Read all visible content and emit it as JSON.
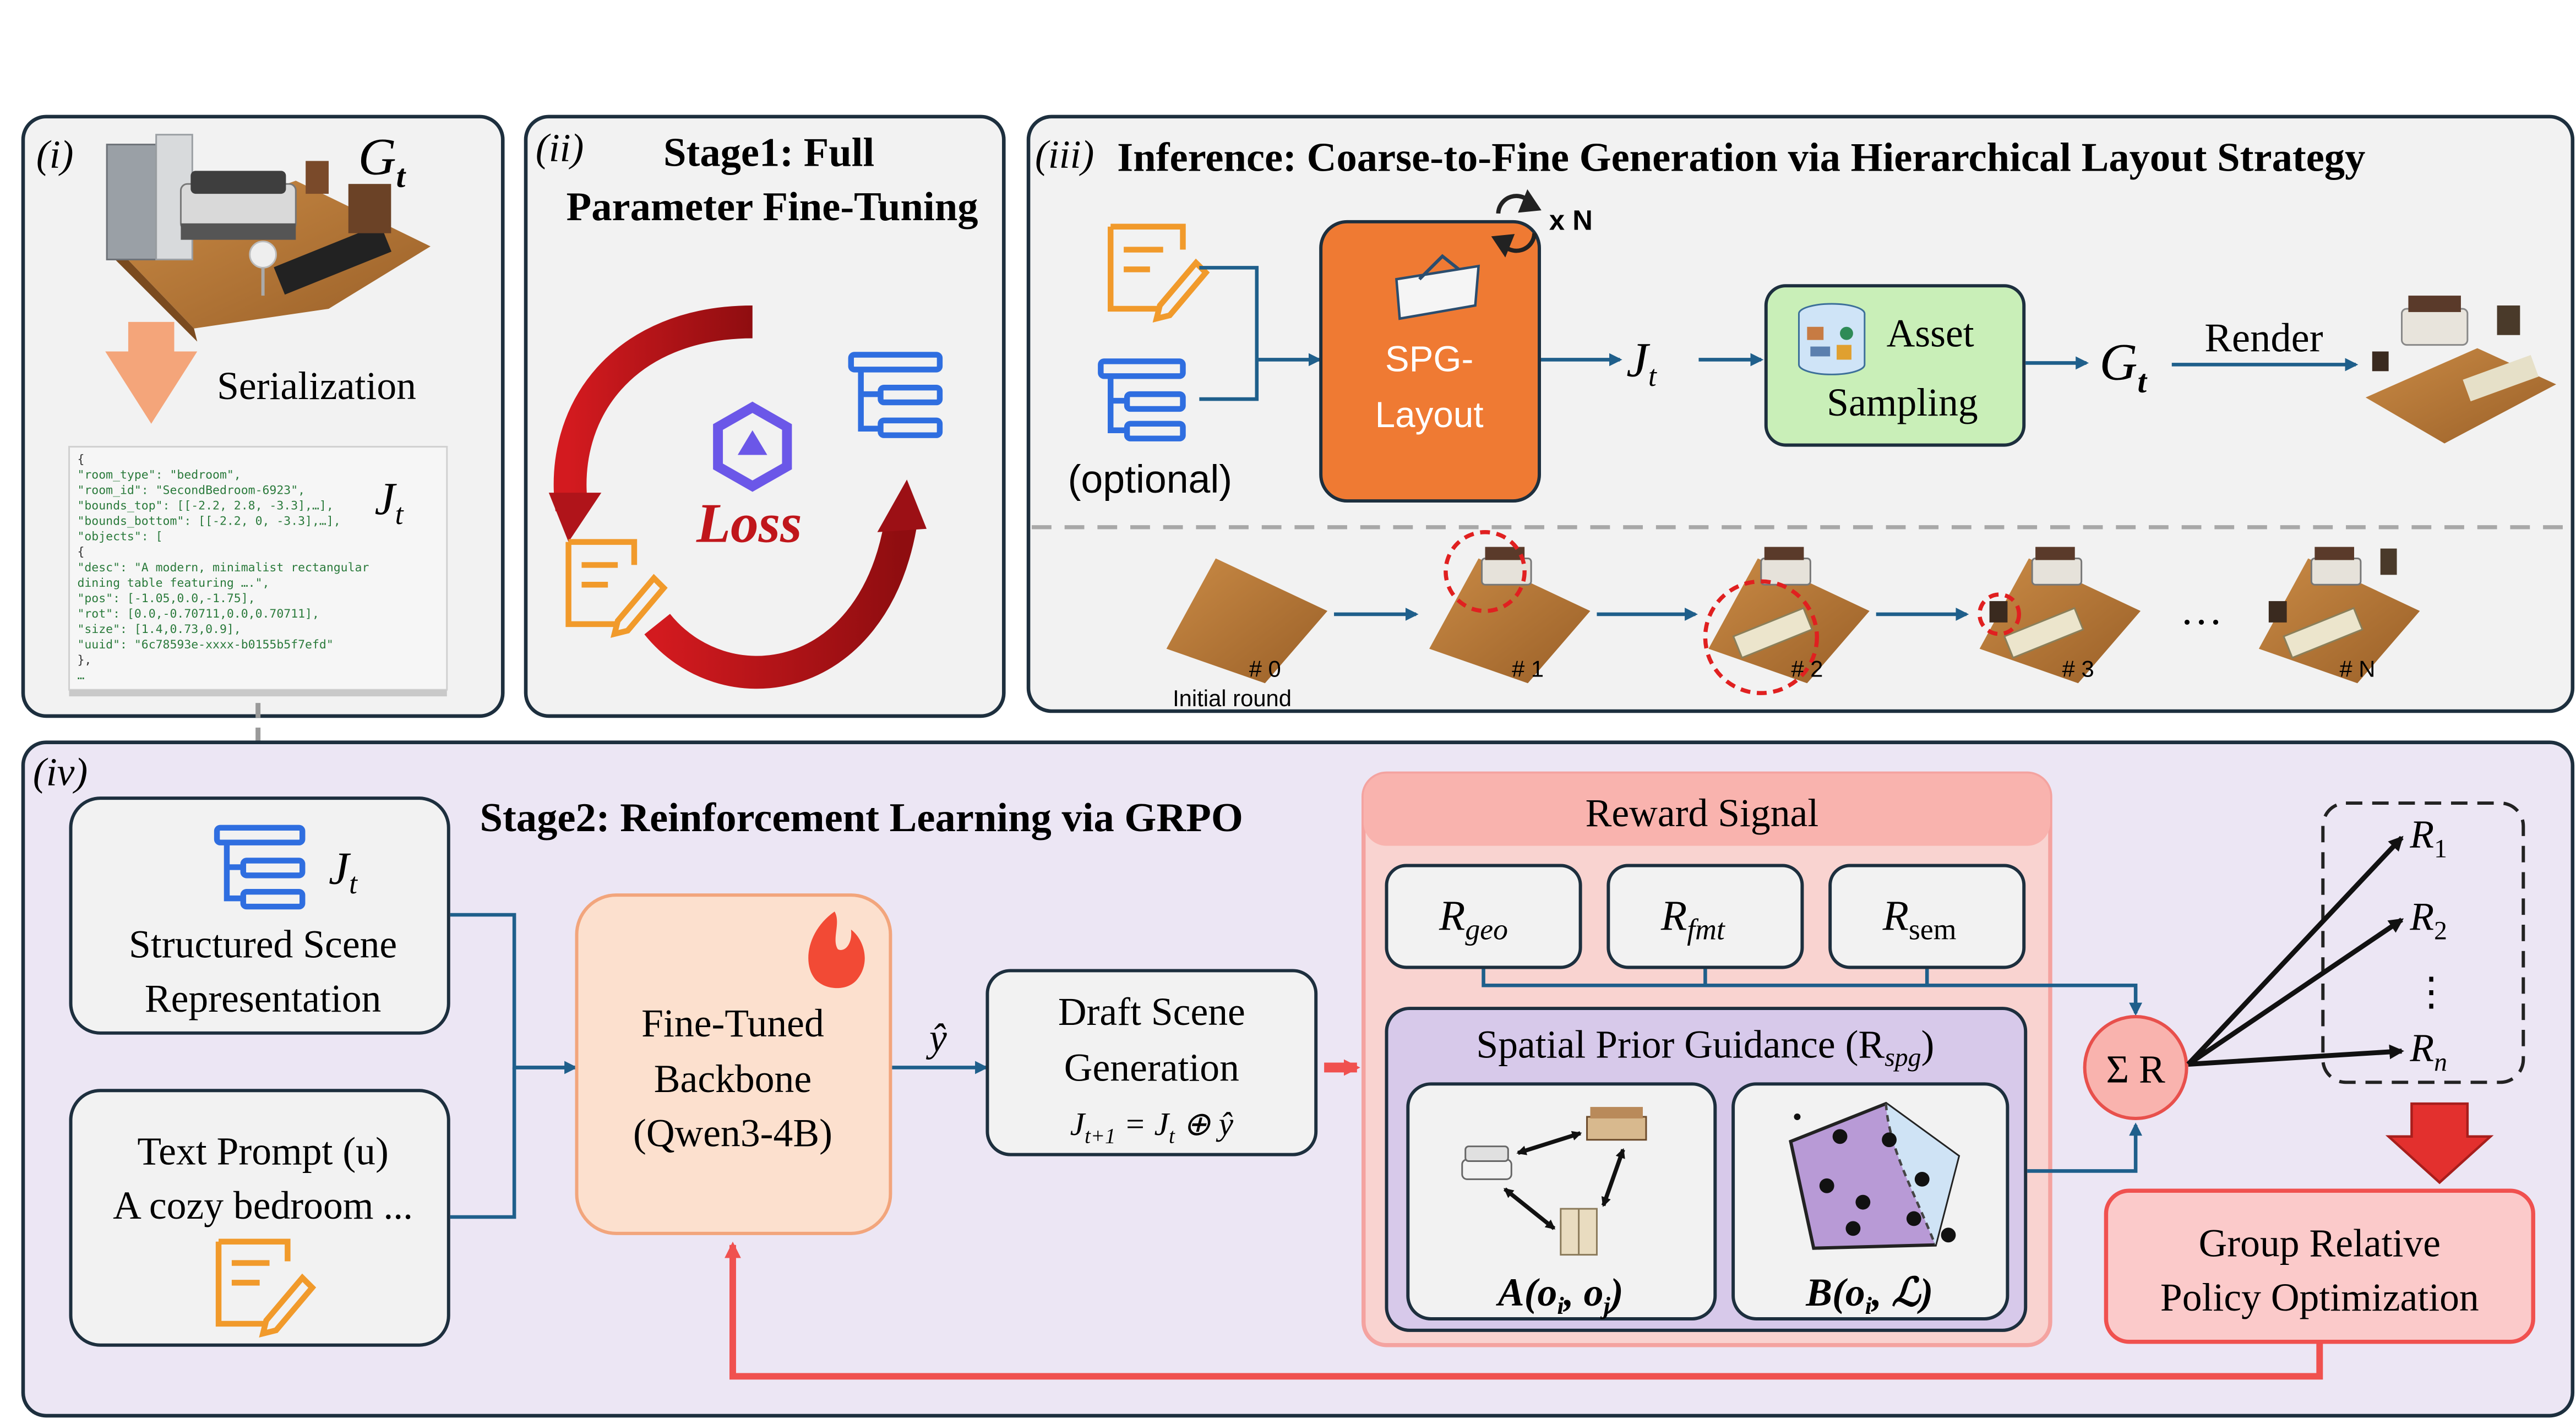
{
  "panel_i": {
    "label": "(i)",
    "scene_symbol": "G",
    "scene_sub": "t",
    "serialization": "Serialization",
    "json_symbol": "J",
    "json_sub": "t",
    "json_lines": [
      "{",
      "  \"room_type\": \"bedroom\",",
      "  \"room_id\": \"SecondBedroom-6923\",",
      "  \"bounds_top\": [[-2.2, 2.8, -3.3],…],",
      "  \"bounds_bottom\": [[-2.2, 0, -3.3],…],",
      "  \"objects\": [",
      "    {",
      "      \"desc\": \"A modern, minimalist rectangular",
      "               dining table featuring ….\",",
      "      \"pos\": [-1.05,0.0,-1.75],",
      "      \"rot\": [0.0,-0.70711,0.0,0.70711],",
      "      \"size\": [1.4,0.73,0.9],",
      "      \"uuid\": \"6c78593e-xxxx-b0155b5f7efd\"",
      "    },",
      "    …"
    ]
  },
  "panel_ii": {
    "label": "(ii)",
    "title_line1": "Stage1: Full",
    "title_line2": "Parameter Fine-Tuning",
    "loss": "Loss"
  },
  "panel_iii": {
    "label": "(iii)",
    "title": "Inference: Coarse-to-Fine Generation via Hierarchical Layout Strategy",
    "optional": "(optional)",
    "repeat": "x N",
    "model_line1": "SPG-",
    "model_line2": "Layout",
    "jt_symbol": "J",
    "jt_sub": "t",
    "asset_line1": "Asset",
    "asset_line2": "Sampling",
    "gt_symbol": "G",
    "gt_sub": "t",
    "render": "Render",
    "rounds": [
      {
        "label": "# 0",
        "caption": "Initial round"
      },
      {
        "label": "# 1",
        "caption": ""
      },
      {
        "label": "# 2",
        "caption": ""
      },
      {
        "label": "# 3",
        "caption": ""
      },
      {
        "label": "# N",
        "caption": ""
      }
    ],
    "ellipsis": "…"
  },
  "panel_iv": {
    "label": "(iv)",
    "title": "Stage2: Reinforcement Learning via GRPO",
    "ssr_line1": "Structured Scene",
    "ssr_line2": "Representation",
    "ssr_symbol": "J",
    "ssr_sub": "t",
    "prompt_line1": "Text Prompt (u)",
    "prompt_line2": "A cozy bedroom ...",
    "backbone_line1": "Fine-Tuned",
    "backbone_line2": "Backbone",
    "backbone_line3": "(Qwen3-4B)",
    "yhat": "ŷ",
    "draft_line1": "Draft Scene",
    "draft_line2": "Generation",
    "draft_formula": "J_{t+1} = J_t ⊕ ŷ",
    "reward_title": "Reward Signal",
    "r_geo": "geo",
    "r_fmt": "fmt",
    "r_sem": "sem",
    "spg_title": "Spatial Prior Guidance (R",
    "spg_sub": "spg",
    "a_func": "A(o",
    "b_func": "B(o",
    "sum_label": "Σ R",
    "r1": "1",
    "r2": "2",
    "rn": "n",
    "vdots": "⋮",
    "grpo_line1": "Group Relative",
    "grpo_line2": "Policy Optimization"
  },
  "colors": {
    "navy_border": "#1d2f3e",
    "panel_bg": "#f2f2f2",
    "iv_bg": "#ece6f4",
    "arrow_blue": "#1f5f8b",
    "accent_red": "#f0514f",
    "orange_model": "#ef7a33",
    "green_asset": "#c9efb8",
    "backbone_fill": "#fce0ce",
    "reward_fill": "#f9d3d0",
    "spg_fill": "#d7c9ea",
    "grpo_fill": "#fbcaca",
    "loss_red": "#c0161b",
    "icon_blue": "#2f6ee0",
    "icon_orange": "#f19a2b"
  }
}
